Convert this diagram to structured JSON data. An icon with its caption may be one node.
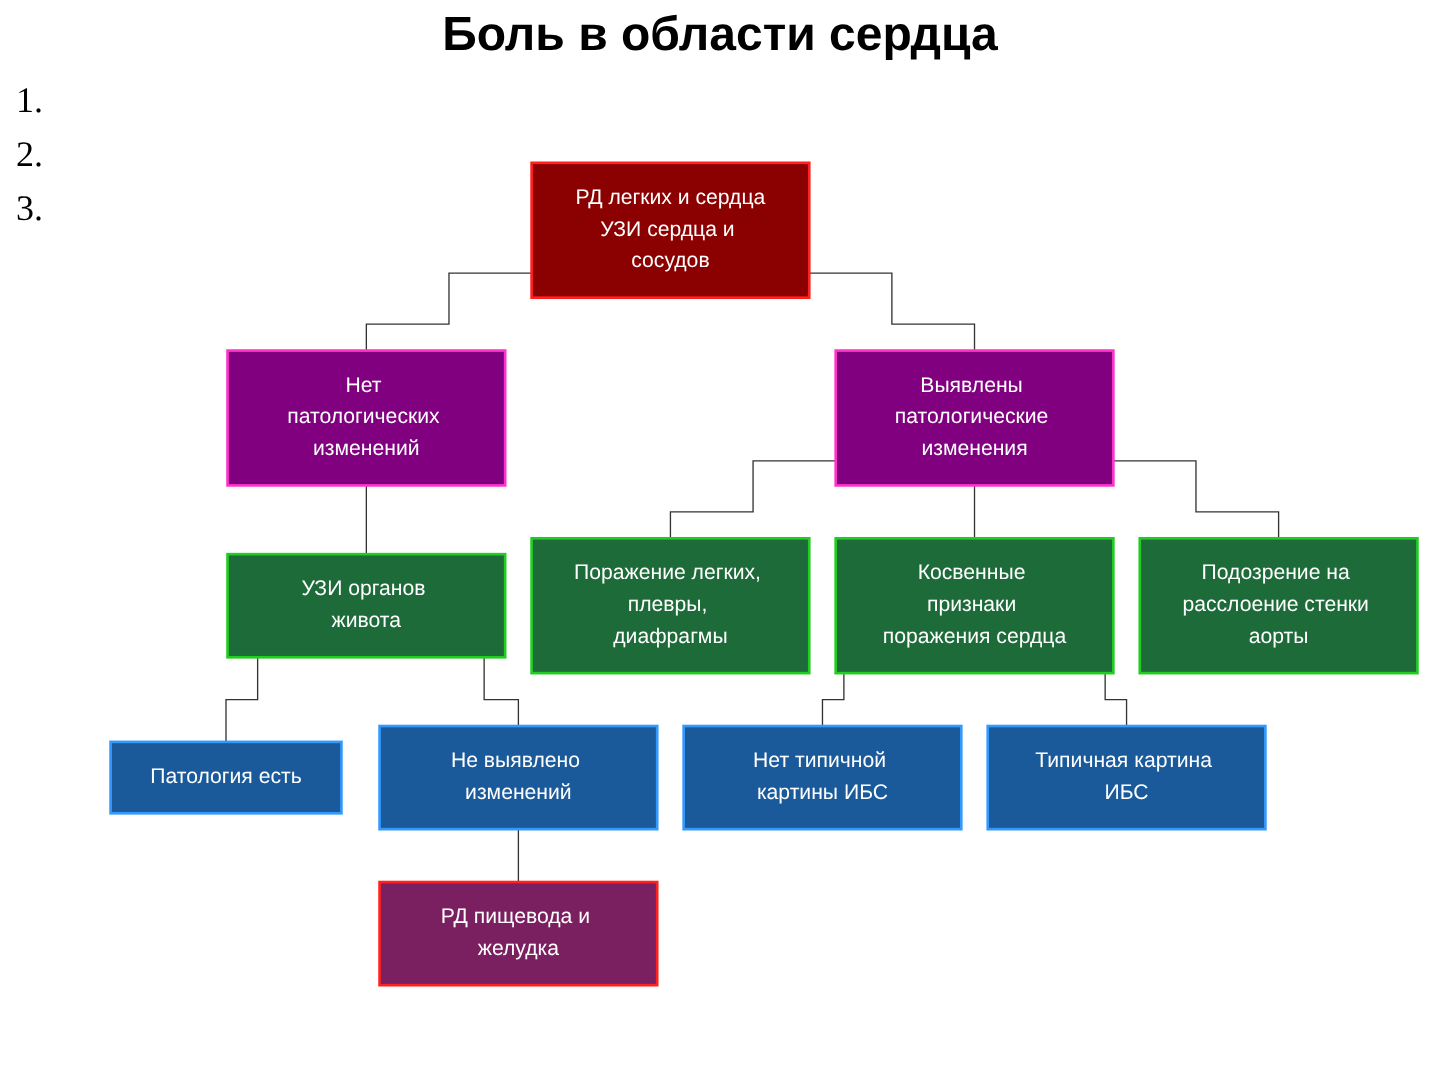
{
  "diagram": {
    "title": "Боль в области сердца",
    "nodes": [
      {
        "text": [
          "РД легких и сердца",
          "УЗИ сердца и сосудов"
        ]
      },
      {
        "text": [
          "Нет патологических изменений"
        ]
      },
      {
        "text": [
          "Выявлены патологические изменения"
        ]
      },
      {
        "text": [
          "УЗИ органов живота"
        ]
      },
      {
        "text": [
          "Поражение легких, плевры, диафрагмы"
        ]
      },
      {
        "text": [
          "Косвенные признаки поражения сердца"
        ]
      },
      {
        "text": [
          "Подозрение на расслоение стенки аорты"
        ]
      },
      {
        "text": [
          "Патология есть"
        ]
      },
      {
        "text": [
          "Не выявлено изменений"
        ]
      },
      {
        "text": [
          "РД пищевода и желудка"
        ]
      },
      {
        "text": [
          "Нет типичной картины ИБС"
        ]
      },
      {
        "text": [
          "Типичная картина ИБС"
        ]
      }
    ],
    "edges": [
      {
        "from": 0,
        "to": 1,
        "arrow": "none"
      },
      {
        "from": 0,
        "to": 2,
        "arrow": "none"
      },
      {
        "from": 1,
        "to": 3,
        "arrow": "none"
      },
      {
        "from": 2,
        "to": 4,
        "arrow": "none"
      },
      {
        "from": 2,
        "to": 5,
        "arrow": "none"
      },
      {
        "from": 2,
        "to": 6,
        "arrow": "none"
      },
      {
        "from": 3,
        "to": 7,
        "arrow": "none"
      },
      {
        "from": 3,
        "to": 8,
        "arrow": "none"
      },
      {
        "from": 8,
        "to": 9,
        "arrow": "none"
      },
      {
        "from": 5,
        "to": 10,
        "arrow": "none"
      },
      {
        "from": 5,
        "to": 11,
        "arrow": "none"
      }
    ],
    "labels": [
      "1.",
      "2.",
      "3."
    ]
  }
}
